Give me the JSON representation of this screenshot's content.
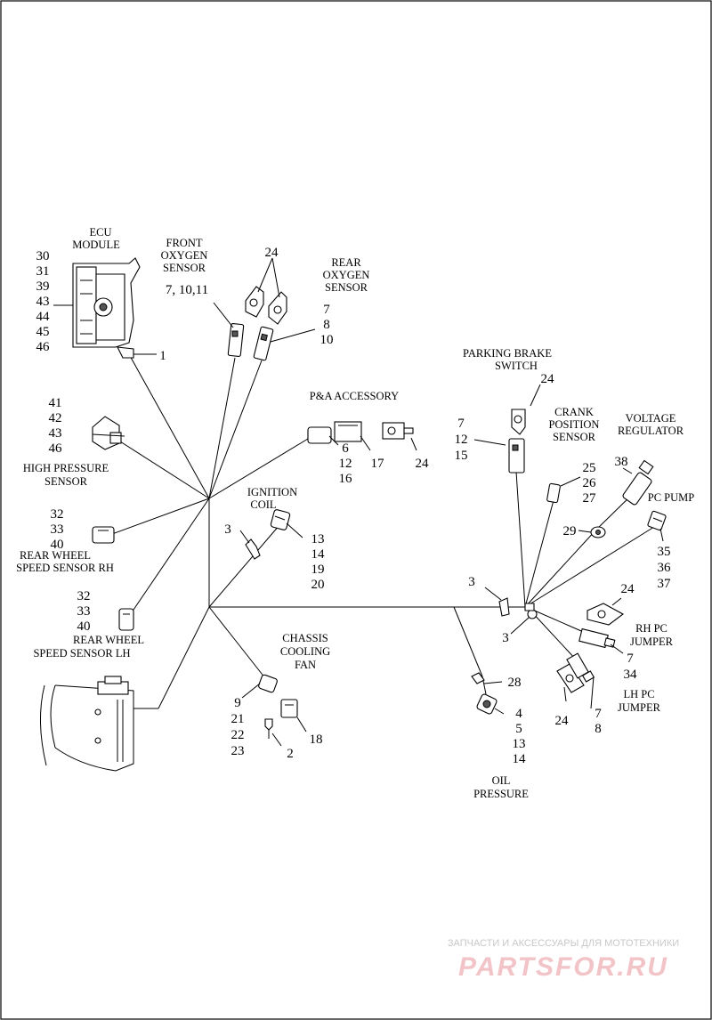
{
  "labels": {
    "ecu": [
      "ECU",
      "MODULE"
    ],
    "front_o2": [
      "FRONT",
      "OXYGEN",
      "SENSOR"
    ],
    "rear_o2": [
      "REAR",
      "OXYGEN",
      "SENSOR"
    ],
    "pa_accessory": "P&A ACCESSORY",
    "parking_brake": [
      "PARKING BRAKE",
      "SWITCH"
    ],
    "crank": [
      "CRANK",
      "POSITION",
      "SENSOR"
    ],
    "voltage_reg": [
      "VOLTAGE",
      "REGULATOR"
    ],
    "pc_pump": "PC PUMP",
    "high_pressure": [
      "HIGH PRESSURE",
      "SENSOR"
    ],
    "ignition_coil": [
      "IGNITION",
      "COIL"
    ],
    "rear_wheel_rh": [
      "REAR WHEEL",
      "SPEED SENSOR RH"
    ],
    "rear_wheel_lh": [
      "REAR WHEEL",
      "SPEED SENSOR LH"
    ],
    "chassis_fan": [
      "CHASSIS",
      "COOLING",
      "FAN"
    ],
    "rh_pc_jumper": [
      "RH PC",
      "JUMPER"
    ],
    "lh_pc_jumper": [
      "LH PC",
      "JUMPER"
    ],
    "oil_pressure": [
      "OIL",
      "PRESSURE"
    ]
  },
  "callouts": {
    "ecu_parts": [
      "30",
      "31",
      "39",
      "43",
      "44",
      "45",
      "46"
    ],
    "ecu_bracket": "1",
    "front_o2_parts": "7, 10,11",
    "o2_connector_24": "24",
    "rear_o2_parts": [
      "7",
      "8",
      "10"
    ],
    "pa_parts_a": [
      "6",
      "12",
      "16"
    ],
    "pa_17": "17",
    "pa_24": "24",
    "parking_brake_24": "24",
    "parking_brake_parts": [
      "7",
      "12",
      "15"
    ],
    "crank_parts": [
      "25",
      "26",
      "27"
    ],
    "voltage_reg_38": "38",
    "connector_29": "29",
    "pc_pump_parts": [
      "35",
      "36",
      "37"
    ],
    "high_pressure_parts": [
      "41",
      "42",
      "43",
      "46"
    ],
    "ignition_3": "3",
    "ignition_parts": [
      "13",
      "14",
      "19",
      "20"
    ],
    "rear_wheel_rh_parts": [
      "32",
      "33",
      "40"
    ],
    "rear_wheel_lh_parts": [
      "32",
      "33",
      "40"
    ],
    "clip_3_upper": "3",
    "clip_3_lower": "3",
    "rh_jumper_24": "24",
    "rh_jumper_parts": [
      "7",
      "34"
    ],
    "lh_jumper_24": "24",
    "lh_jumper_parts": [
      "7",
      "8"
    ],
    "oil_28": "28",
    "oil_parts": [
      "4",
      "5",
      "13",
      "14"
    ],
    "fan_parts": [
      "9",
      "21",
      "22",
      "23"
    ],
    "fan_18": "18",
    "fan_2": "2"
  },
  "watermark": {
    "tagline": "ЗАПЧАСТИ И АКСЕССУАРЫ ДЛЯ МОТОТЕХНИКИ",
    "brand": "PARTSFOR.RU"
  }
}
